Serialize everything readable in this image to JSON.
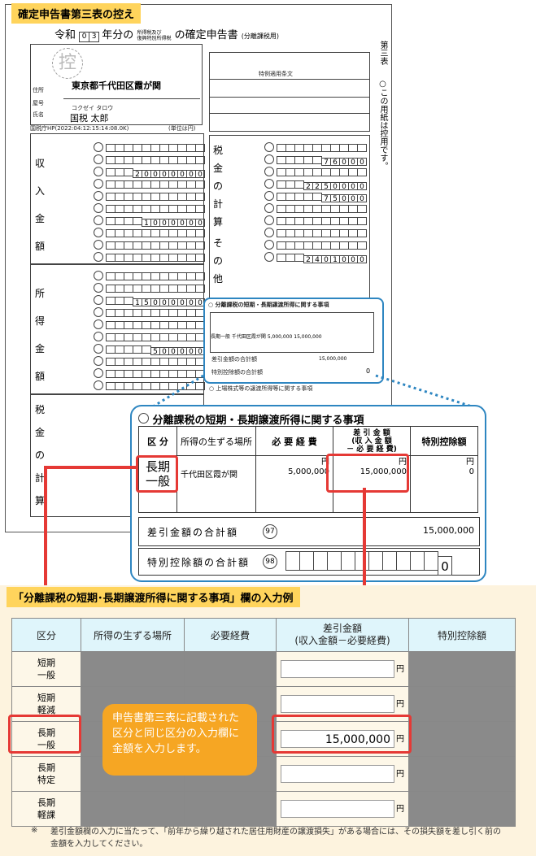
{
  "top_label": "確定申告書第三表の控え",
  "form": {
    "title_era": "令和",
    "title_year": [
      "0",
      "3"
    ],
    "title_suffix": "年分の",
    "title_small_1": "所得税及び",
    "title_small_2": "復興特別所得税",
    "title_main": "の確定申告書",
    "title_paren": "(分離課税用)",
    "side_title": "第三表",
    "side_note": "○この用紙は控用です。",
    "address": "東京都千代田区霞が関",
    "name_kana": "コクゼイ タロウ",
    "name": "国税 太郎",
    "label_jusho": "住所",
    "label_yago": "屋号",
    "label_shimei": "氏名",
    "meta": "国税庁HP(2022:04:12:15:14:08.0K)",
    "unit_note": "(単位は円)",
    "hikae_stamp": "控",
    "section_shunyu": [
      "収",
      "入",
      "金",
      "額"
    ],
    "section_shotoku": [
      "所",
      "得",
      "金",
      "額"
    ],
    "section_zeikin": [
      "税",
      "金",
      "の",
      "計",
      "算"
    ],
    "section_zeikin_right": [
      "税",
      "金",
      "の",
      "計",
      "算"
    ],
    "section_sonota": [
      "そ",
      "の",
      "他"
    ],
    "shunyu_values": [
      "",
      "",
      "20000000",
      "",
      "",
      "",
      "1000000",
      "",
      "",
      ""
    ],
    "shotoku_values": [
      "",
      "",
      "15000000",
      "",
      "",
      "",
      "500000",
      "",
      "",
      ""
    ],
    "zeikin_values": [
      "",
      "76000",
      "",
      "2250000",
      "75000",
      "",
      "",
      "",
      "",
      "2401000"
    ],
    "tokurei_header": "特例適用条文",
    "small_header_title": "○ 分離課税の短期・長期譲渡所得に関する事項",
    "small_header_row": "長期一般  千代田区霞が関  5,000,000  15,000,000",
    "small_sum_label": "差引金額の合計額",
    "small_deduct_label": "特別控除額の合計額",
    "small_sum_value": "15,000,000",
    "small_zero": "0",
    "stock_header": "○ 上場株式等の譲渡所得等に関する事項"
  },
  "zoom": {
    "title": "分離課税の短期・長期譲渡所得に関する事項",
    "col_kubun": "区 分",
    "col_place": "所得の生ずる場所",
    "col_expense": "必 要 経 費",
    "col_diff_main": "差 引 金 額",
    "col_diff_sub1": "(収 入 金 額",
    "col_diff_sub2": "－ 必 要 経 費)",
    "col_special": "特別控除額",
    "row_kubun": "長期一般",
    "row_place": "千代田区霞が関",
    "yen": "円",
    "row_expense": "5,000,000",
    "row_diff": "15,000,000",
    "row_special": "0",
    "sum_label": "差引金額の合計額",
    "sum_num": "97",
    "sum_value": "15,000,000",
    "deduct_label": "特別控除額の合計額",
    "deduct_num": "98",
    "deduct_value": "0"
  },
  "bottom": {
    "title": "「分離課税の短期･長期譲渡所得に関する事項」欄の入力例",
    "headers": [
      "区分",
      "所得の生ずる場所",
      "必要経費",
      "差引金額\n(収入金額－必要経費)",
      "特別控除額"
    ],
    "rows": [
      {
        "kubun": "短期\n一般",
        "value": ""
      },
      {
        "kubun": "短期\n軽減",
        "value": ""
      },
      {
        "kubun": "長期\n一般",
        "value": "15,000,000"
      },
      {
        "kubun": "長期\n特定",
        "value": ""
      },
      {
        "kubun": "長期\n軽課",
        "value": ""
      }
    ],
    "yen": "円",
    "tooltip": "申告書第三表に記載された区分と同じ区分の入力欄に金額を入力します。",
    "note_mark": "※",
    "note": "差引金額欄の入力に当たって、「前年から繰り越された居住用財産の譲渡損失」がある場合には、その損失額を差し引く前の金額を入力してください。"
  },
  "colors": {
    "label_bg": "#ffd45c",
    "callout_border": "#2e86c1",
    "highlight_red": "#e53935",
    "tooltip_orange": "#f6a623",
    "table_header": "#dff5fb",
    "disabled_cell": "#8a8a8a",
    "panel_bg": "#fdf3de"
  }
}
